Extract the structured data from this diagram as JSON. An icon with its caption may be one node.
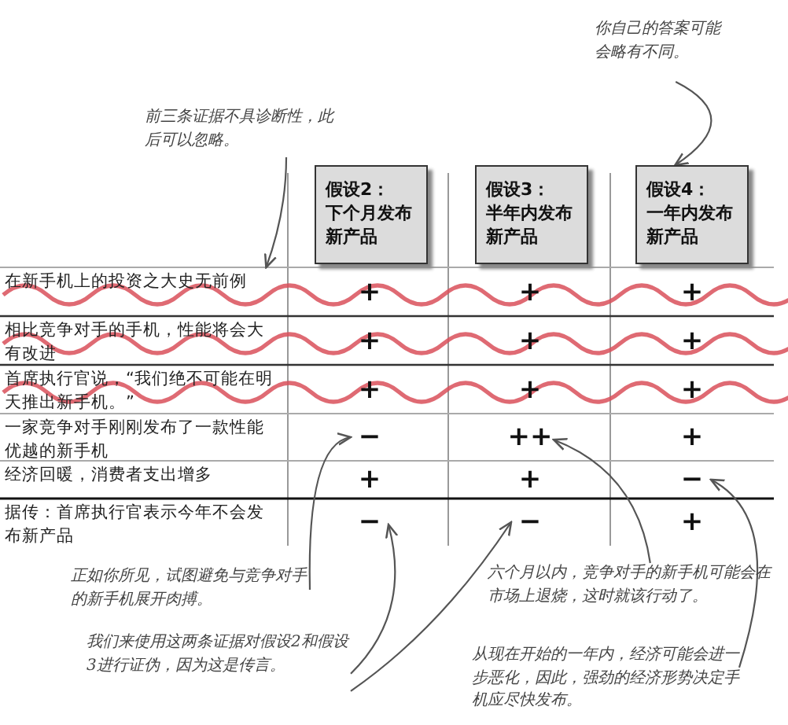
{
  "diagram": {
    "nodes": [
      {
        "text": [
          "你自己的答案可能会略有不同。"
        ]
      },
      {
        "text": [
          "前三条证据不具诊断性，此后可以忽略。"
        ]
      },
      {
        "text": [
          "假设2：",
          "下个月发布新产品"
        ]
      },
      {
        "text": [
          "假设3：",
          "半年内发布新产品"
        ]
      },
      {
        "text": [
          "假设4：",
          "一年内发布新产品"
        ]
      },
      {
        "text": [
          "在新手机上的投资之大史无前例"
        ]
      },
      {
        "text": [
          "+"
        ]
      },
      {
        "text": [
          "+"
        ]
      },
      {
        "text": [
          "+"
        ]
      },
      {
        "text": [
          "相比竞争对手的手机，性能将会大有改进"
        ]
      },
      {
        "text": [
          "+"
        ]
      },
      {
        "text": [
          "+"
        ]
      },
      {
        "text": [
          "+"
        ]
      },
      {
        "text": [
          "首席执行官说，“我们绝不可能在明天推出新手机。”"
        ]
      },
      {
        "text": [
          "+"
        ]
      },
      {
        "text": [
          "+"
        ]
      },
      {
        "text": [
          "+"
        ]
      },
      {
        "text": [
          "一家竞争对手刚刚发布了一款性能优越的新手机"
        ]
      },
      {
        "text": [
          "−"
        ]
      },
      {
        "text": [
          "++"
        ]
      },
      {
        "text": [
          "+"
        ]
      },
      {
        "text": [
          "经济回暖，消费者支出增多"
        ]
      },
      {
        "text": [
          "+"
        ]
      },
      {
        "text": [
          "+"
        ]
      },
      {
        "text": [
          "−"
        ]
      },
      {
        "text": [
          "据传：首席执行官表示今年不会发布新产品"
        ]
      },
      {
        "text": [
          "−"
        ]
      },
      {
        "text": [
          "−"
        ]
      },
      {
        "text": [
          "+"
        ]
      },
      {
        "text": [
          "正如你所见，试图避免与竞争对手的新手机展开肉搏。"
        ]
      },
      {
        "text": [
          "六个月以内，竞争对手的新手机可能会在市场上退烧，这时就该行动了。"
        ]
      },
      {
        "text": [
          "我们来使用这两条证据对假设2和假设3进行证伪，因为这是传言。"
        ]
      },
      {
        "text": [
          "从现在开始的一年内，经济可能会进一步恶化，因此，强劲的经济形势决定手机应尽快发布。"
        ]
      }
    ],
    "edges": [
      {
        "from": 1,
        "to": 5,
        "arrow": "to"
      },
      {
        "from": 0,
        "to": 4,
        "arrow": "to"
      },
      {
        "from": 29,
        "to": 18,
        "arrow": "to"
      },
      {
        "from": 31,
        "to": 26,
        "arrow": "to"
      },
      {
        "from": 31,
        "to": 27,
        "arrow": "to"
      },
      {
        "from": 30,
        "to": 19,
        "arrow": "to"
      },
      {
        "from": 32,
        "to": 24,
        "arrow": "to"
      }
    ]
  }
}
